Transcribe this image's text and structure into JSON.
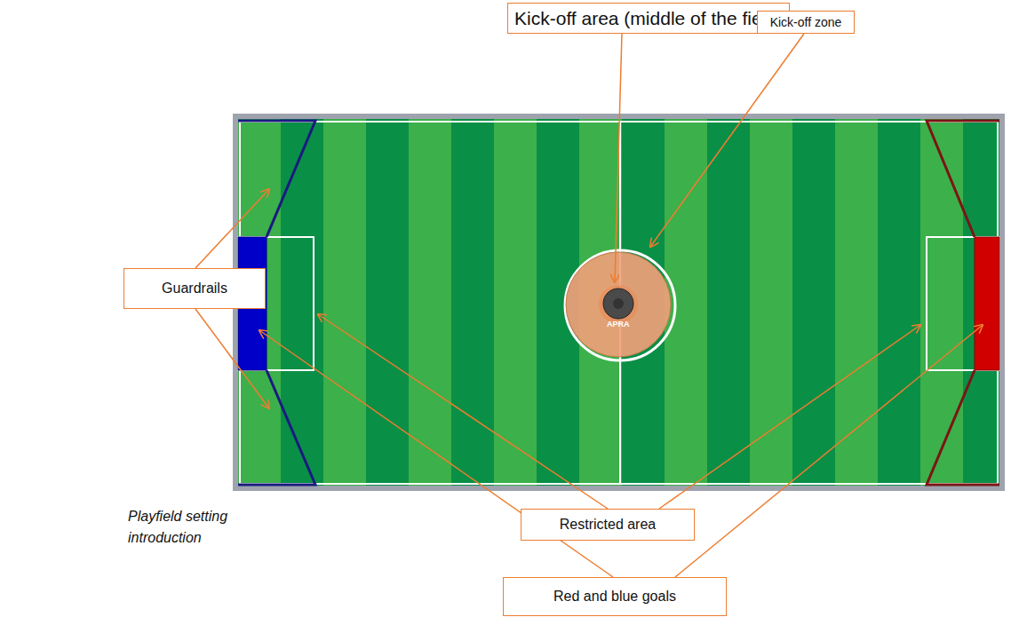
{
  "diagram": {
    "caption": "Playfield setting introduction",
    "nodes": [
      {
        "text": [
          "Kick-off area (middle of the field)"
        ]
      },
      {
        "text": [
          "Kick-off zone"
        ]
      },
      {
        "text": [
          "Guardrails"
        ]
      },
      {
        "text": [
          "Restricted area"
        ]
      },
      {
        "text": [
          "Red and blue goals"
        ]
      }
    ],
    "labels": [
      "APRA"
    ]
  }
}
